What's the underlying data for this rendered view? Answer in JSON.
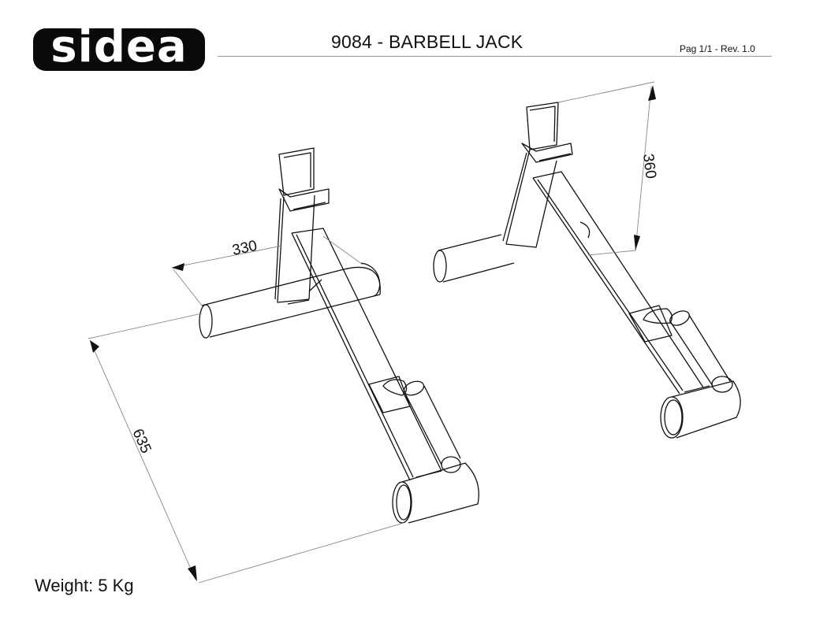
{
  "header": {
    "logo_text": "sidea",
    "title": "9084 - BARBELL JACK",
    "page_info": "Pag 1/1 - Rev. 1.0"
  },
  "drawing": {
    "dimensions": {
      "width": "330",
      "height": "360",
      "length": "635"
    },
    "colors": {
      "line": "#111111",
      "dimension_line": "#888888",
      "rule": "#999999",
      "logo_bg": "#0a0a0a"
    }
  },
  "footer": {
    "weight": "Weight: 5 Kg"
  }
}
